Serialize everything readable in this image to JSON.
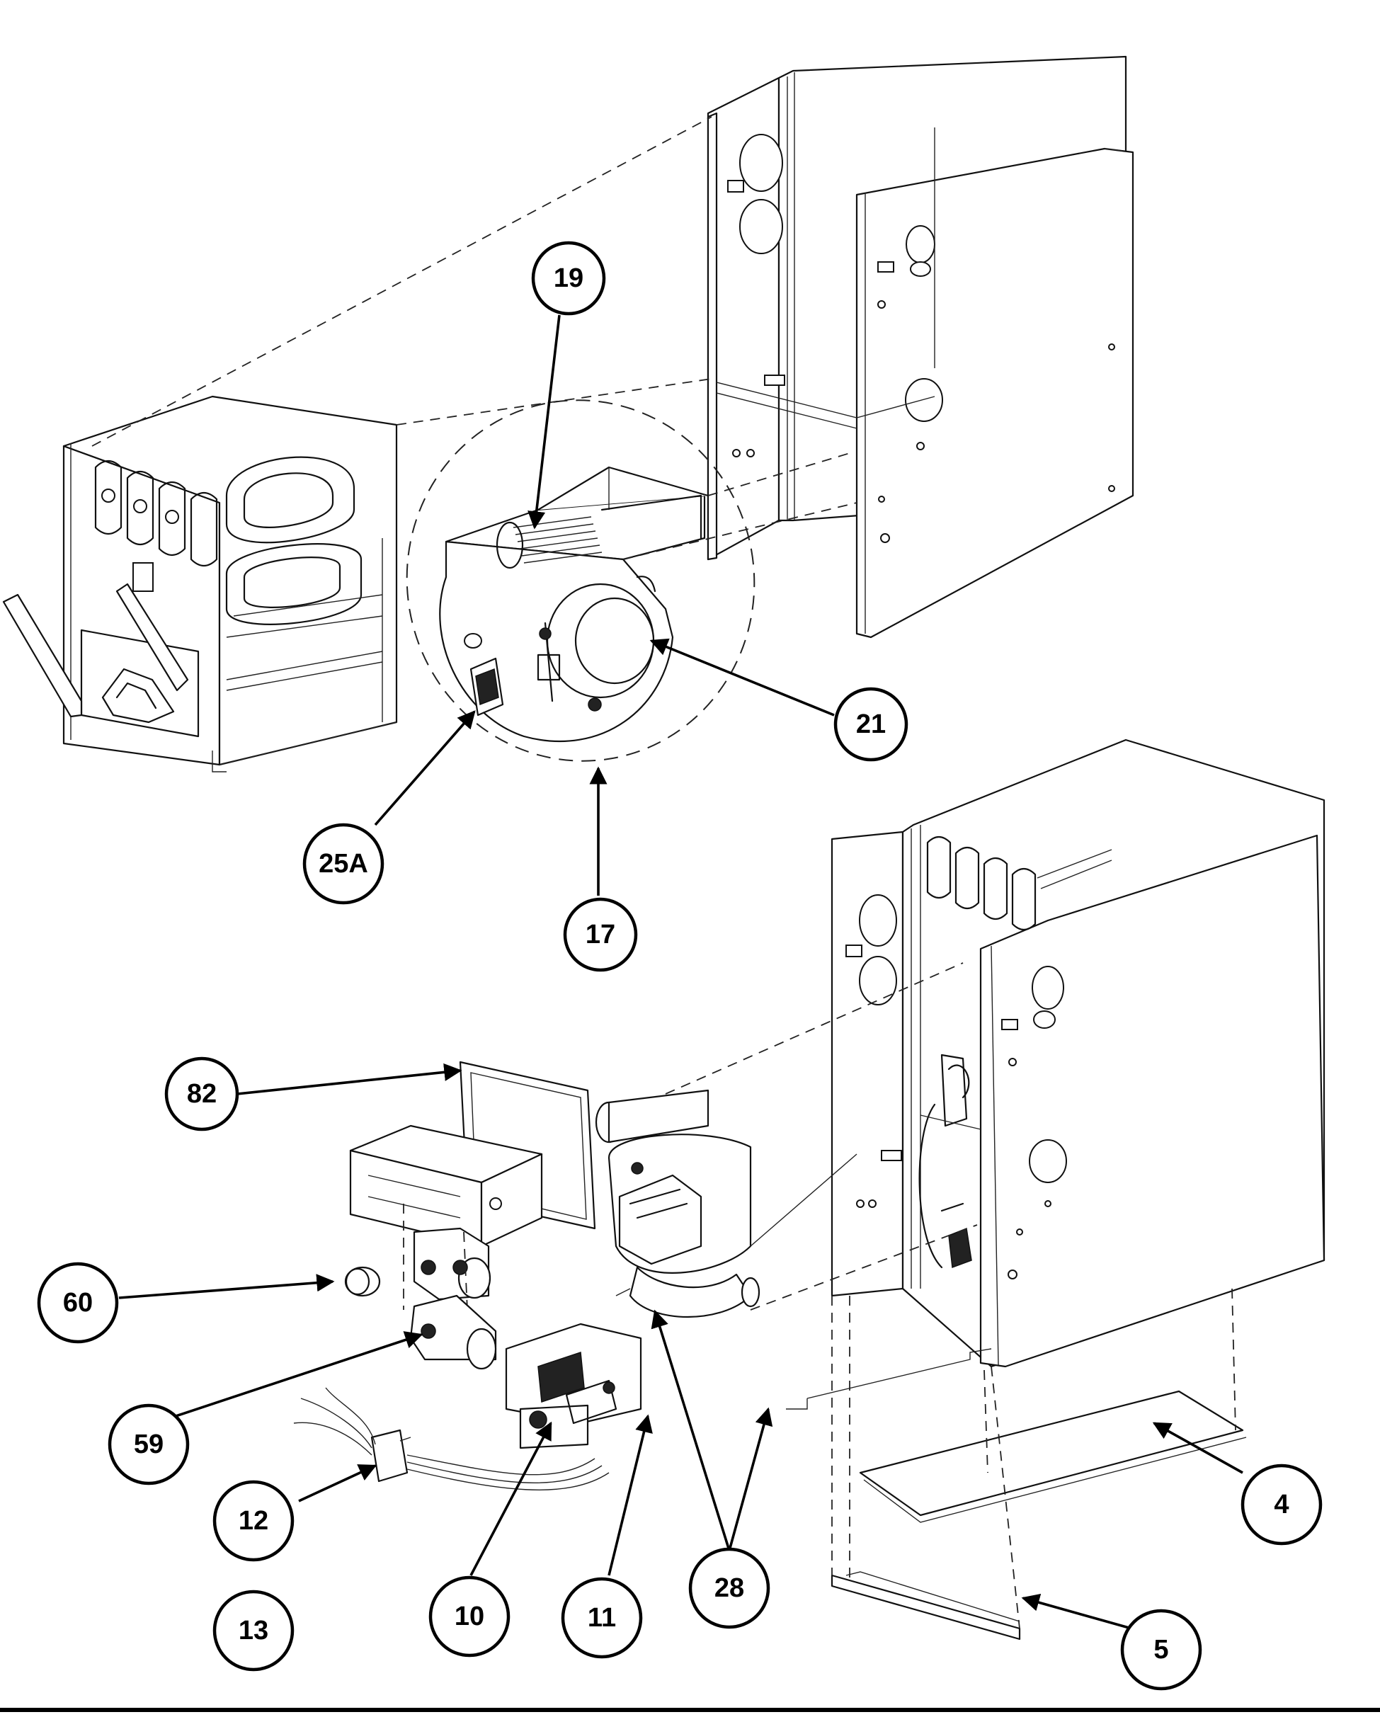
{
  "callouts": [
    {
      "id": "c19",
      "label": "19"
    },
    {
      "id": "c21",
      "label": "21"
    },
    {
      "id": "c25a",
      "label": "25A"
    },
    {
      "id": "c17",
      "label": "17"
    },
    {
      "id": "c82",
      "label": "82"
    },
    {
      "id": "c60",
      "label": "60"
    },
    {
      "id": "c59",
      "label": "59"
    },
    {
      "id": "c12",
      "label": "12"
    },
    {
      "id": "c13",
      "label": "13"
    },
    {
      "id": "c10",
      "label": "10"
    },
    {
      "id": "c11",
      "label": "11"
    },
    {
      "id": "c28",
      "label": "28"
    },
    {
      "id": "c4",
      "label": "4"
    },
    {
      "id": "c5",
      "label": "5"
    }
  ],
  "colors": {
    "line": "#111111",
    "background": "#ffffff"
  }
}
